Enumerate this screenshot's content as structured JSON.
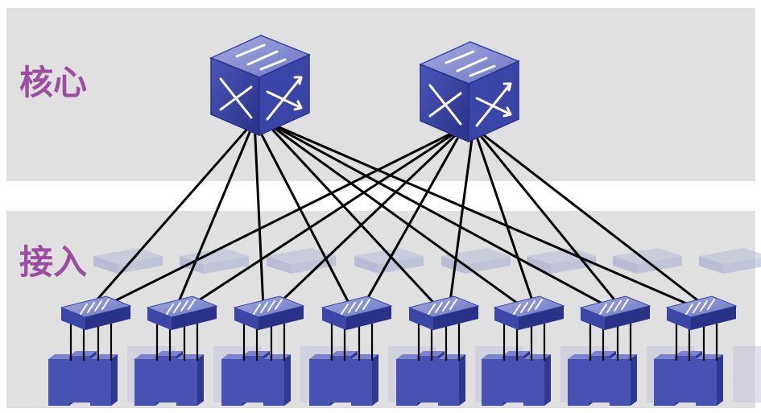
{
  "layers": {
    "core_label": "核心",
    "access_label": "接入"
  },
  "colors": {
    "band": "#e0e0e0",
    "label": "#9b4ea0",
    "switch_top": "#8890d2",
    "switch_side": "#3b46a6",
    "switch_dark": "#2a3288",
    "link": "#000000",
    "server": "#4752b2",
    "ghost": "#b9bdd6"
  },
  "topology": {
    "core_switch_count": 2,
    "access_switch_count": 8,
    "full_mesh": true
  },
  "icons": {
    "core": "core-switch-icon",
    "access": "access-switch-icon",
    "server": "server-icon"
  }
}
